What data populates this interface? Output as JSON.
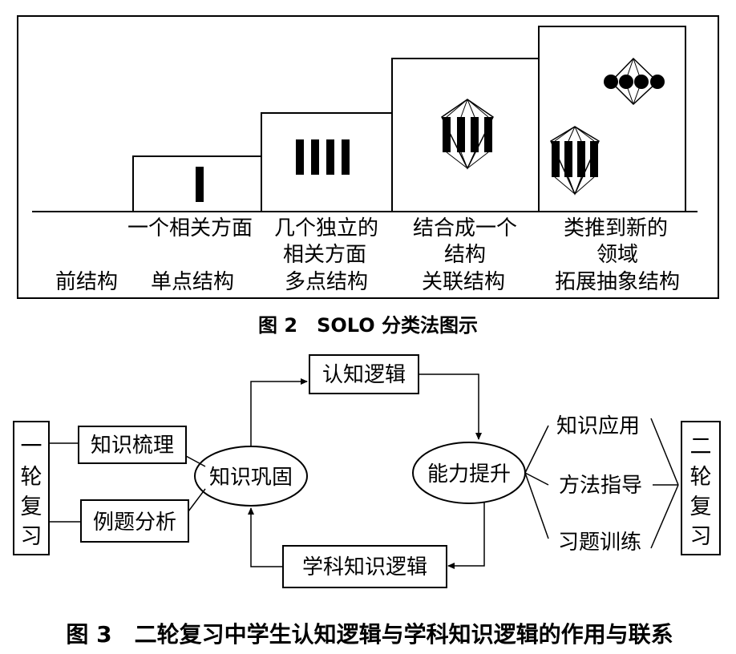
{
  "figure2": {
    "caption": "图 2　SOLO 分类法图示",
    "labels": {
      "prestructural": "前结构",
      "unistructural_desc": "一个相关方面",
      "unistructural": "单点结构",
      "multistructural_desc_1": "几个独立的",
      "multistructural_desc_2": "相关方面",
      "multistructural": "多点结构",
      "relational_desc_1": "结合成一个",
      "relational_desc_2": "结构",
      "relational": "关联结构",
      "extended_desc_1": "类推到新的",
      "extended_desc_2": "领域",
      "extended": "拓展抽象结构"
    }
  },
  "figure3": {
    "caption": "图 3　二轮复习中学生认知逻辑与学科知识逻辑的作用与联系",
    "first_review": "一轮复习",
    "second_review": "二轮复习",
    "knowledge_sorting": "知识梳理",
    "example_analysis": "例题分析",
    "knowledge_consolidation": "知识巩固",
    "cognitive_logic": "认知逻辑",
    "ability_improvement": "能力提升",
    "subject_knowledge_logic": "学科知识逻辑",
    "knowledge_application": "知识应用",
    "method_guidance": "方法指导",
    "exercise_training": "习题训练"
  }
}
